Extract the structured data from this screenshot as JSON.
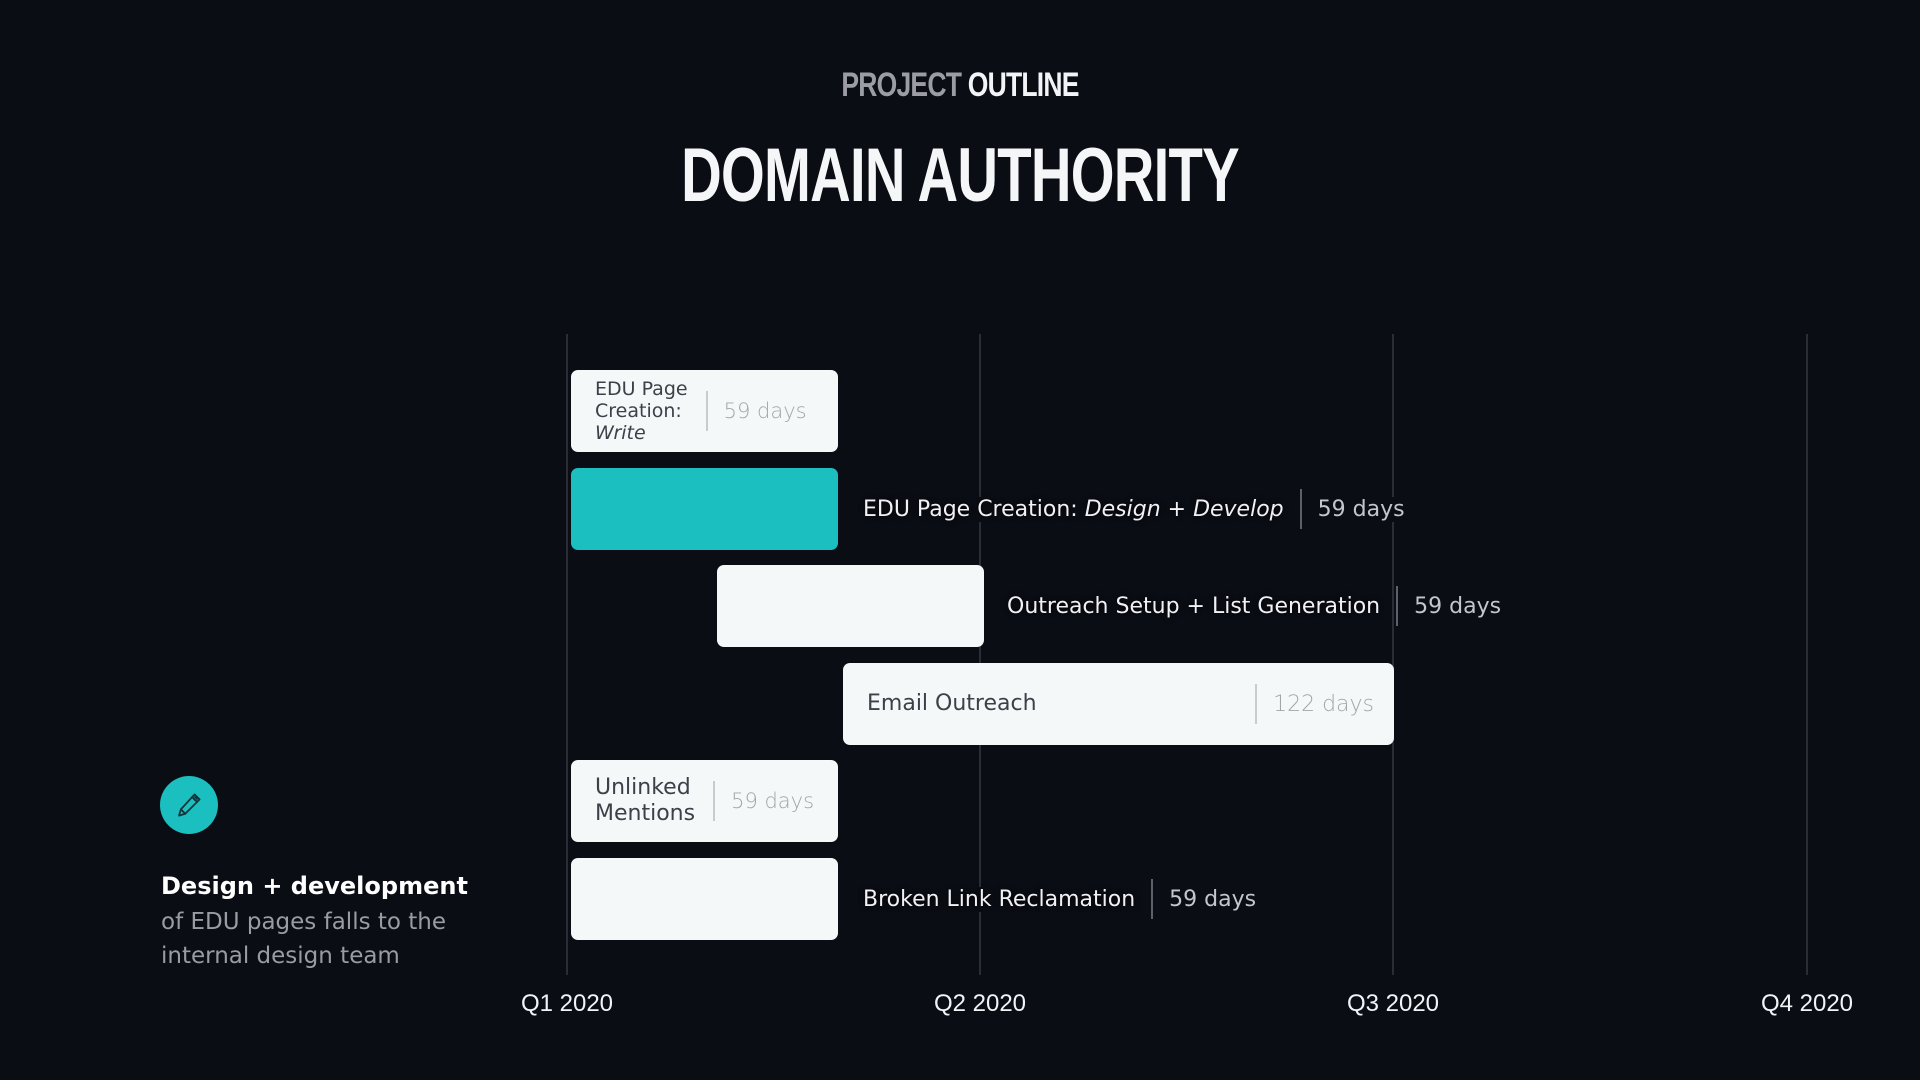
{
  "header": {
    "kicker_part1": "PROJECT",
    "kicker_part2": "OUTLINE",
    "title": "DOMAIN AUTHORITY"
  },
  "colors": {
    "background": "#0b0d15",
    "accent_teal": "#1bbfbf",
    "bar_light": "#f5f8f8",
    "gridline": "#2a2d36"
  },
  "axis": {
    "labels": [
      "Q1 2020",
      "Q2 2020",
      "Q3 2020",
      "Q4 2020"
    ]
  },
  "tasks": [
    {
      "name_main": "EDU Page Creation:",
      "name_italic": "Write",
      "label_part1": "EDU Page",
      "label_part2": "Creation:",
      "label_part3": "Write",
      "duration": "59 days",
      "label_position": "inside",
      "color": "light"
    },
    {
      "name_main": "EDU Page Creation: ",
      "name_italic": "Design + Develop",
      "duration": "59 days",
      "label_position": "outside",
      "color": "teal"
    },
    {
      "name_main": "Outreach Setup + List Generation",
      "duration": "59 days",
      "label_position": "outside",
      "color": "light"
    },
    {
      "name_main": "Email Outreach",
      "duration": "122 days",
      "label_position": "inside",
      "color": "light"
    },
    {
      "name_main": "Unlinked Mentions",
      "label_part1": "Unlinked",
      "label_part2": "Mentions",
      "duration": "59 days",
      "label_position": "inside",
      "color": "light"
    },
    {
      "name_main": "Broken Link Reclamation",
      "duration": "59 days",
      "label_position": "outside",
      "color": "light"
    }
  ],
  "note": {
    "icon": "pencil-icon",
    "title": "Design + development",
    "body": "of EDU pages falls to the internal design team"
  },
  "chart_data": {
    "type": "gantt",
    "title": "DOMAIN AUTHORITY",
    "subtitle": "PROJECT OUTLINE",
    "x_ticks": [
      "Q1 2020",
      "Q2 2020",
      "Q3 2020",
      "Q4 2020"
    ],
    "grid": true,
    "tasks": [
      {
        "name": "EDU Page Creation: Write",
        "start_offset_days": 0,
        "duration_days": 59,
        "highlight": false
      },
      {
        "name": "EDU Page Creation: Design + Develop",
        "start_offset_days": 0,
        "duration_days": 59,
        "highlight": true
      },
      {
        "name": "Outreach Setup + List Generation",
        "start_offset_days": 32,
        "duration_days": 59,
        "highlight": false
      },
      {
        "name": "Email Outreach",
        "start_offset_days": 60,
        "duration_days": 122,
        "highlight": false
      },
      {
        "name": "Unlinked Mentions",
        "start_offset_days": 0,
        "duration_days": 59,
        "highlight": false
      },
      {
        "name": "Broken Link Reclamation",
        "start_offset_days": 0,
        "duration_days": 59,
        "highlight": false
      }
    ]
  }
}
